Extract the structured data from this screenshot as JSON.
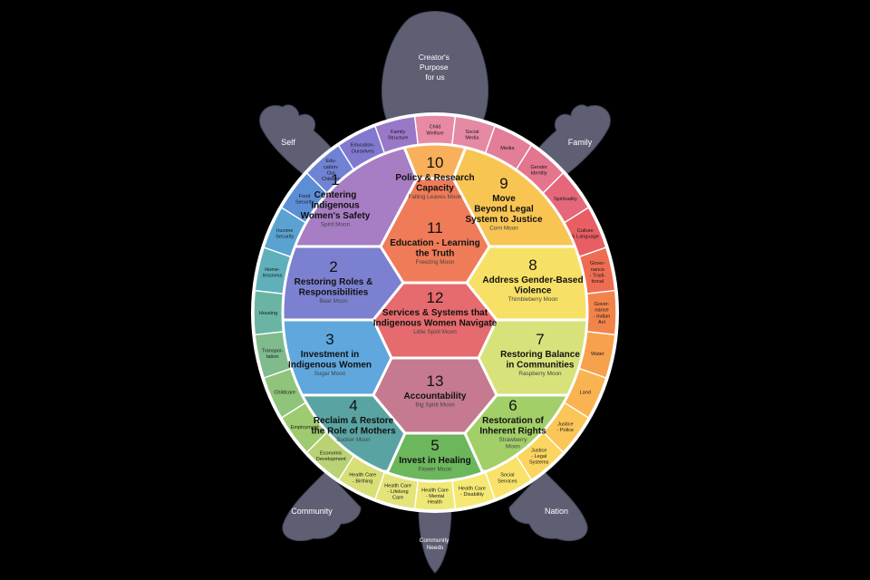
{
  "head": {
    "label_lines": [
      "Creator's",
      "Purpose",
      "for us"
    ]
  },
  "limbs": {
    "self": "Self",
    "family": "Family",
    "community": "Community",
    "nation": "Nation",
    "tail": [
      "Community",
      "Needs"
    ]
  },
  "rim_segments": [
    {
      "lines": [
        "Child",
        "Welfare"
      ],
      "color": "#e98aa5"
    },
    {
      "lines": [
        "Social",
        "Media"
      ],
      "color": "#e58aa4"
    },
    {
      "lines": [
        "Media"
      ],
      "color": "#e37d98"
    },
    {
      "lines": [
        "Gender",
        "Identity"
      ],
      "color": "#e3758c"
    },
    {
      "lines": [
        "Spirituality"
      ],
      "color": "#e4687a"
    },
    {
      "lines": [
        "Culture",
        "& Language"
      ],
      "color": "#e85e63"
    },
    {
      "lines": [
        "Gover-",
        "nance",
        "- Tradi-",
        "tional"
      ],
      "color": "#ee6d52"
    },
    {
      "lines": [
        "Gover-",
        "nance",
        "- Indian",
        "Act"
      ],
      "color": "#f2844b"
    },
    {
      "lines": [
        "Water"
      ],
      "color": "#f7a14c"
    },
    {
      "lines": [
        "Land"
      ],
      "color": "#f9b451"
    },
    {
      "lines": [
        "Justice",
        "- Police"
      ],
      "color": "#fac658"
    },
    {
      "lines": [
        "Justice",
        "- Legal",
        "Systems"
      ],
      "color": "#fbd55f"
    },
    {
      "lines": [
        "Social",
        "Services"
      ],
      "color": "#f8e26a"
    },
    {
      "lines": [
        "Health Care",
        "- Disability"
      ],
      "color": "#f5e973"
    },
    {
      "lines": [
        "Health Care",
        "- Mental",
        "Health"
      ],
      "color": "#eee876"
    },
    {
      "lines": [
        "Health Care",
        "- Lifelong",
        "Care"
      ],
      "color": "#e4e47a"
    },
    {
      "lines": [
        "Health Care",
        "- Birthing"
      ],
      "color": "#d8df76"
    },
    {
      "lines": [
        "Economic",
        "Development"
      ],
      "color": "#b9d374"
    },
    {
      "lines": [
        "Employment"
      ],
      "color": "#9fcb70"
    },
    {
      "lines": [
        "Childcare"
      ],
      "color": "#8fc47a"
    },
    {
      "lines": [
        "Transpor-",
        "tation"
      ],
      "color": "#7fbb8d"
    },
    {
      "lines": [
        "Housing"
      ],
      "color": "#6ab4a4"
    },
    {
      "lines": [
        "Home-",
        "lessness"
      ],
      "color": "#5fb0bb"
    },
    {
      "lines": [
        "Income",
        "Security"
      ],
      "color": "#5aa3d0"
    },
    {
      "lines": [
        "Food",
        "Security"
      ],
      "color": "#5c8ed6"
    },
    {
      "lines": [
        "Edu-",
        "cation-",
        "Our",
        "Children"
      ],
      "color": "#6f82d3"
    },
    {
      "lines": [
        "Education-",
        "Ourselves"
      ],
      "color": "#8179cf"
    },
    {
      "lines": [
        "Family",
        "Structure"
      ],
      "color": "#9a78c8"
    }
  ],
  "plates": [
    {
      "num": "1",
      "title_lines": [
        "Centering",
        "Indigenous",
        "Women's Safety"
      ],
      "moon": "Spirit Moon",
      "color": "#a77dc3"
    },
    {
      "num": "2",
      "title_lines": [
        "Restoring Roles &",
        "Responsibilities"
      ],
      "moon": "Bear Moon",
      "color": "#7c80d0"
    },
    {
      "num": "3",
      "title_lines": [
        "Investment in",
        "Indigenous Women"
      ],
      "moon": "Sugar Moon",
      "color": "#5fa7dd"
    },
    {
      "num": "4",
      "title_lines": [
        "Reclaim & Restore",
        "the Role of Mothers"
      ],
      "moon": "Sucker Moon",
      "color": "#5aa3a3"
    },
    {
      "num": "5",
      "title_lines": [
        "Invest in Healing"
      ],
      "moon": "Flower Moon",
      "color": "#6cb65c"
    },
    {
      "num": "6",
      "title_lines": [
        "Restoration of",
        "Inherent Rights"
      ],
      "moon_lines": [
        "Strawberry",
        "Moon"
      ],
      "color": "#a2cf68"
    },
    {
      "num": "7",
      "title_lines": [
        "Restoring Balance",
        "in Communities"
      ],
      "moon": "Raspberry Moon",
      "color": "#d8e27b"
    },
    {
      "num": "8",
      "title_lines": [
        "Address Gender-Based",
        "Violence"
      ],
      "moon": "Thimbleberry Moon",
      "color": "#f7e066"
    },
    {
      "num": "9",
      "title_lines": [
        "Move",
        "Beyond Legal",
        "System to Justice"
      ],
      "moon": "Corn Moon",
      "color": "#f8c553"
    },
    {
      "num": "10",
      "title_lines": [
        "Policy & Research",
        "Capacity"
      ],
      "moon": "Falling Leaves Moon",
      "color": "#f8b05a"
    },
    {
      "num": "11",
      "title_lines": [
        "Education - Learning",
        "the Truth"
      ],
      "moon": "Freezing Moon",
      "color": "#ef7b58"
    },
    {
      "num": "12",
      "title_lines": [
        "Services & Systems that",
        "Indigenous Women Navigate"
      ],
      "moon": "Little Spirit Moon",
      "color": "#e56b6e"
    },
    {
      "num": "13",
      "title_lines": [
        "Accountability"
      ],
      "moon": "Big Spirit Moon",
      "color": "#c57a8f"
    }
  ],
  "colors": {
    "turtle": "#5e5f73",
    "turtle_edge": "#44455a",
    "shell_edge": "#ffffff"
  }
}
